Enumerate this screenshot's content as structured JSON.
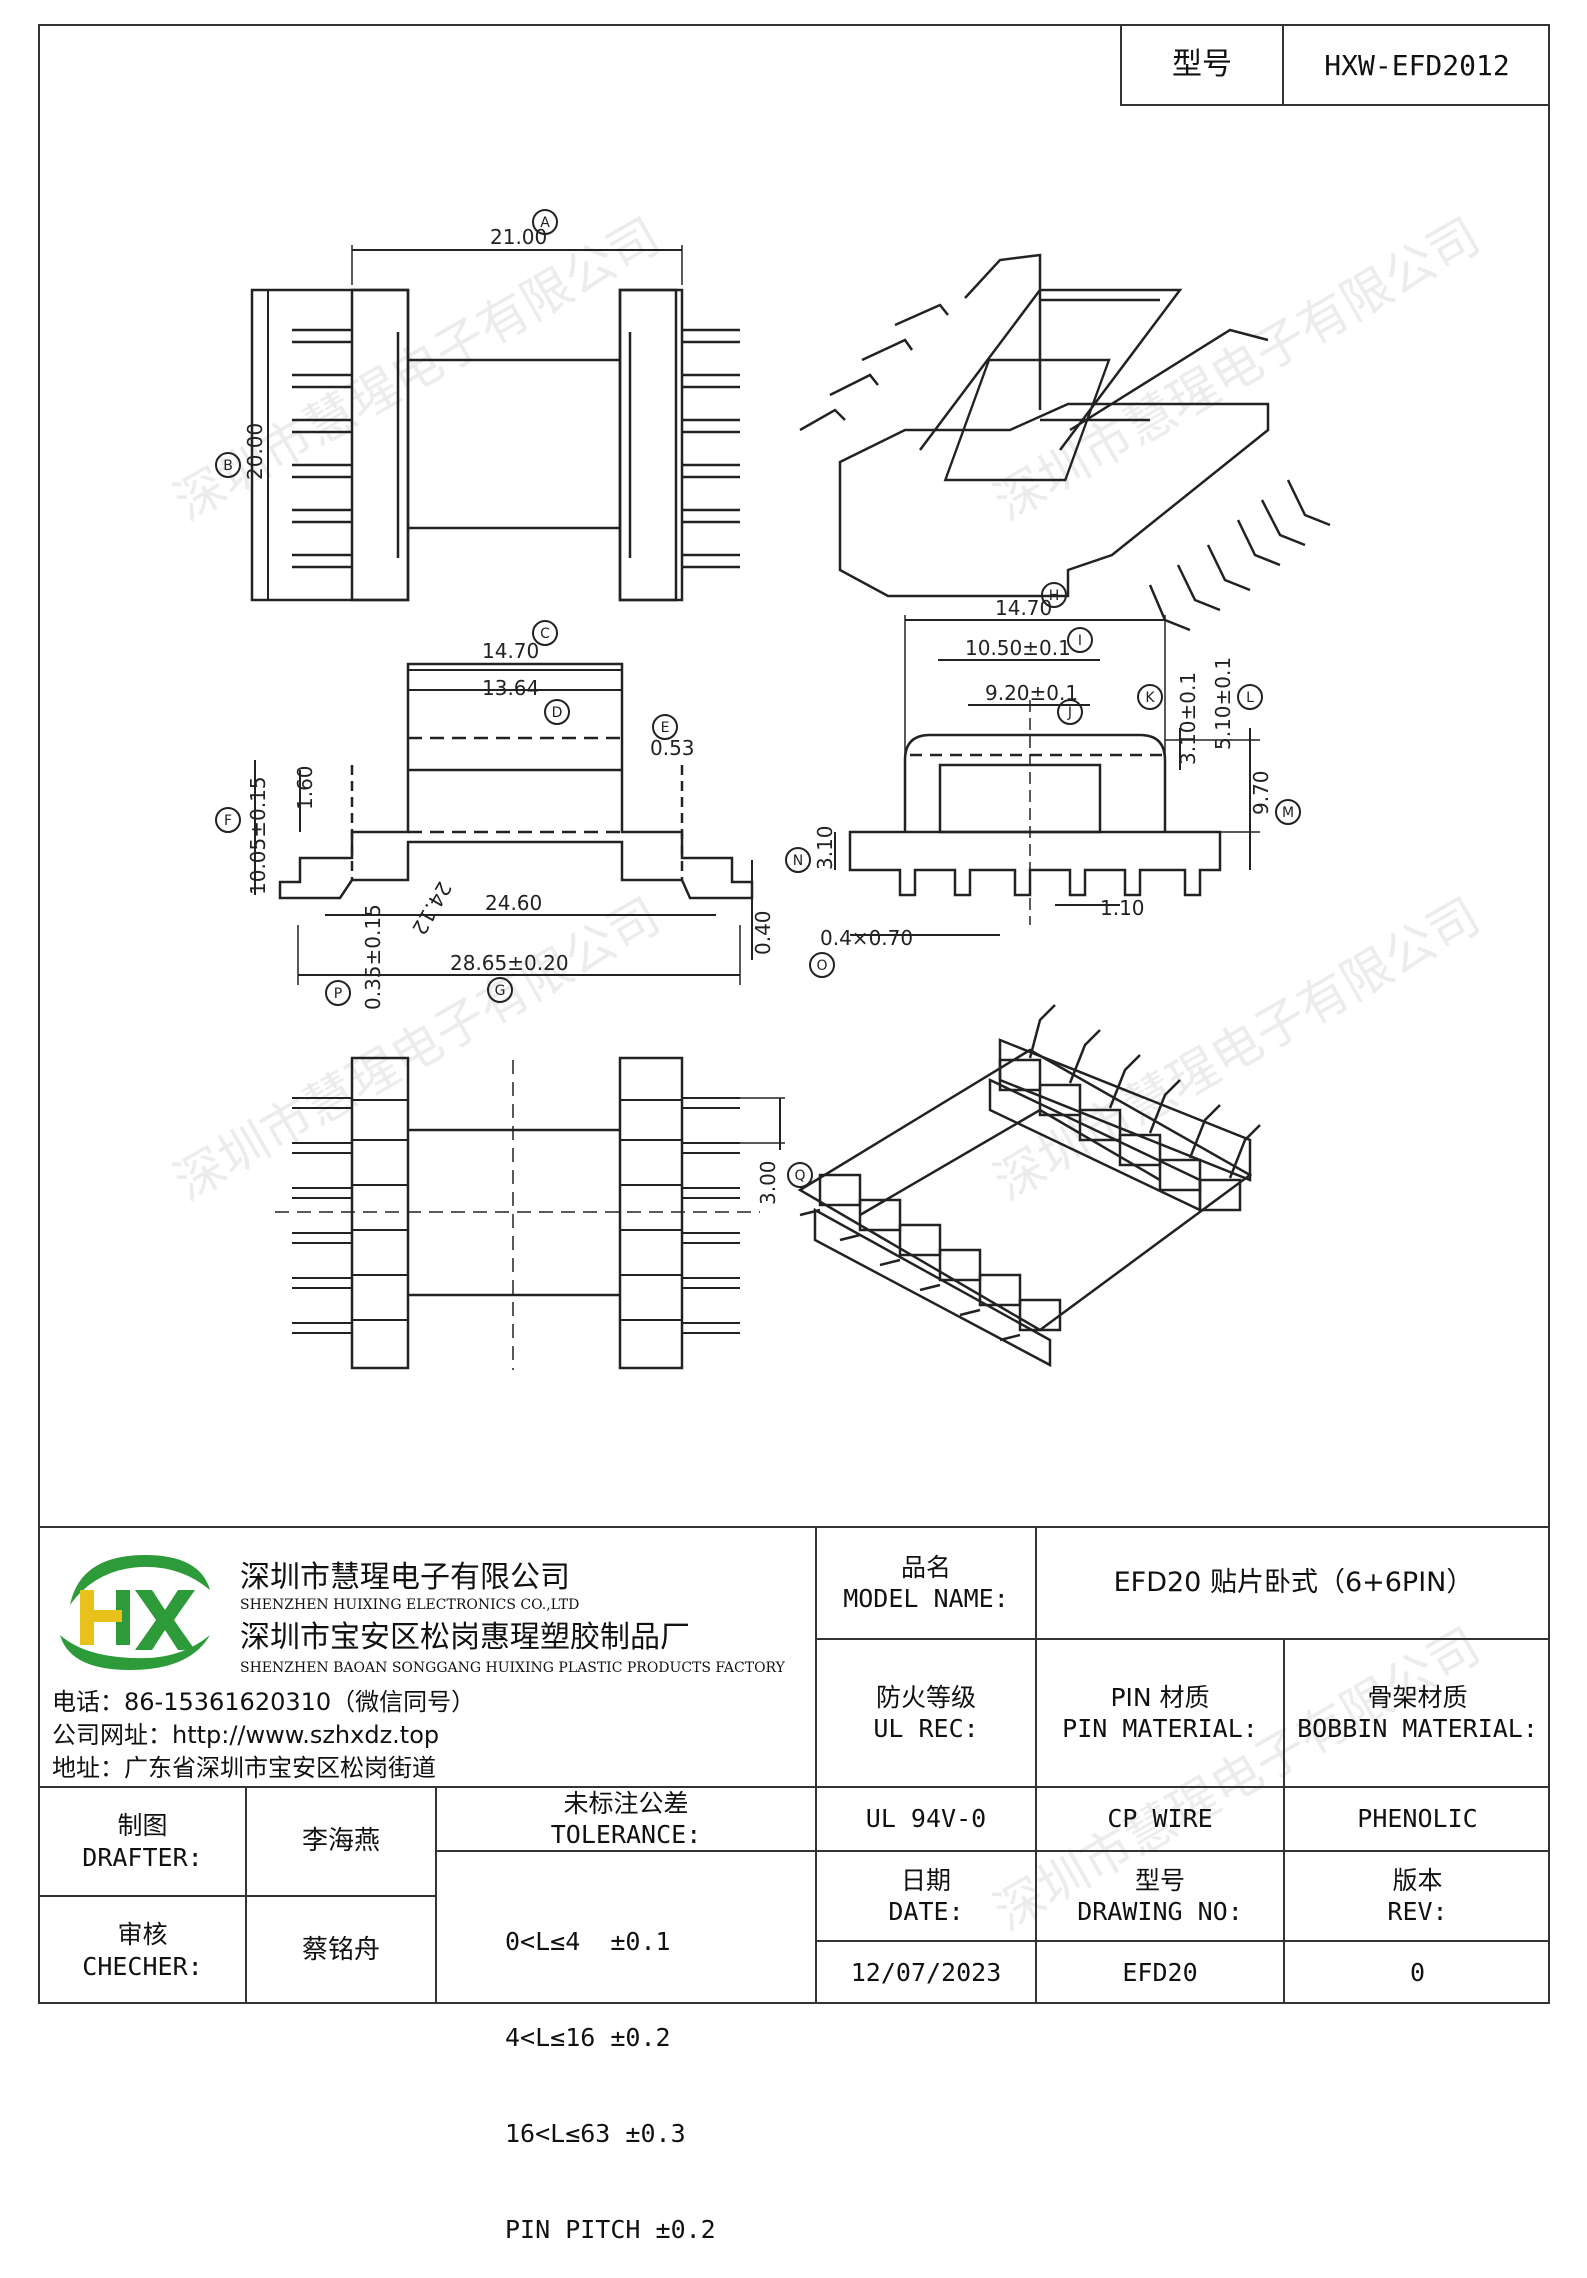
{
  "header": {
    "model_label": "型号",
    "model_value": "HXW-EFD2012"
  },
  "watermark": "深圳市慧瑆电子有限公司",
  "drawing": {
    "labels": {
      "a": "A",
      "b": "B",
      "c": "C",
      "d": "D",
      "e": "E",
      "f": "F",
      "g": "G",
      "h": "H",
      "i": "I",
      "j": "J",
      "k": "K",
      "l": "L",
      "m": "M",
      "n": "N",
      "o": "O",
      "p": "P",
      "q": "Q"
    },
    "dims": {
      "d21": "21.00",
      "d20": "20.00",
      "d1470a": "14.70",
      "d1364": "13.64",
      "d053": "0.53",
      "d1005": "10.05±0.15",
      "d160": "1.60",
      "d2412": "24.12",
      "d2460": "24.60",
      "d2865": "28.65±0.20",
      "d035": "0.35±0.15",
      "d040": "0.40",
      "d1470b": "14.70",
      "d1050": "10.50±0.1",
      "d920": "9.20±0.1",
      "d310k": "3.10±0.1",
      "d510": "5.10±0.1",
      "d970": "9.70",
      "d310": "3.10",
      "d110": "1.10",
      "d0470": "0.4×0.70",
      "d300": "3.00"
    }
  },
  "company": {
    "name_cn": "深圳市慧瑆电子有限公司",
    "name_en": "SHENZHEN HUIXING ELECTRONICS CO.,LTD",
    "factory_cn": "深圳市宝安区松岗惠瑆塑胶制品厂",
    "factory_en": "SHENZHEN BAOAN SONGGANG HUIXING PLASTIC PRODUCTS FACTORY",
    "phone": "电话：86-15361620310（微信同号）",
    "website": "公司网址：http://www.szhxdz.top",
    "address": "地址：广东省深圳市宝安区松岗街道",
    "logo_text": "HX"
  },
  "table": {
    "model_name_cn": "品名",
    "model_name_en": "MODEL NAME:",
    "model_name_value": "EFD20 贴片卧式（6+6PIN）",
    "ul_cn": "防火等级",
    "ul_en": "UL REC:",
    "pin_cn": "PIN 材质",
    "pin_en": "PIN MATERIAL:",
    "bobbin_cn": "骨架材质",
    "bobbin_en": "BOBBIN MATERIAL:",
    "ul_value": "UL 94V-0",
    "pin_value": "CP WIRE",
    "bobbin_value": "PHENOLIC",
    "date_cn": "日期",
    "date_en": "DATE:",
    "drawing_no_cn": "型号",
    "drawing_no_en": "DRAWING NO:",
    "rev_cn": "版本",
    "rev_en": "REV:",
    "date_value": "12/07/2023",
    "drawing_no_value": "EFD20",
    "rev_value": "0",
    "drafter_cn": "制图",
    "drafter_en": "DRAFTER:",
    "drafter_value": "李海燕",
    "checker_cn": "审核",
    "checker_en": "CHECHER:",
    "checker_value": "蔡铭舟",
    "tolerance_cn": "未标注公差",
    "tolerance_en": "TOLERANCE:",
    "tolerance_lines": [
      "0<L≤4  ±0.1",
      "4<L≤16 ±0.2",
      "16<L≤63 ±0.3",
      "PIN PITCH ±0.2"
    ]
  },
  "colors": {
    "logo_green": "#2e9b3a",
    "logo_yellow": "#e8c21a",
    "line": "#333333"
  }
}
